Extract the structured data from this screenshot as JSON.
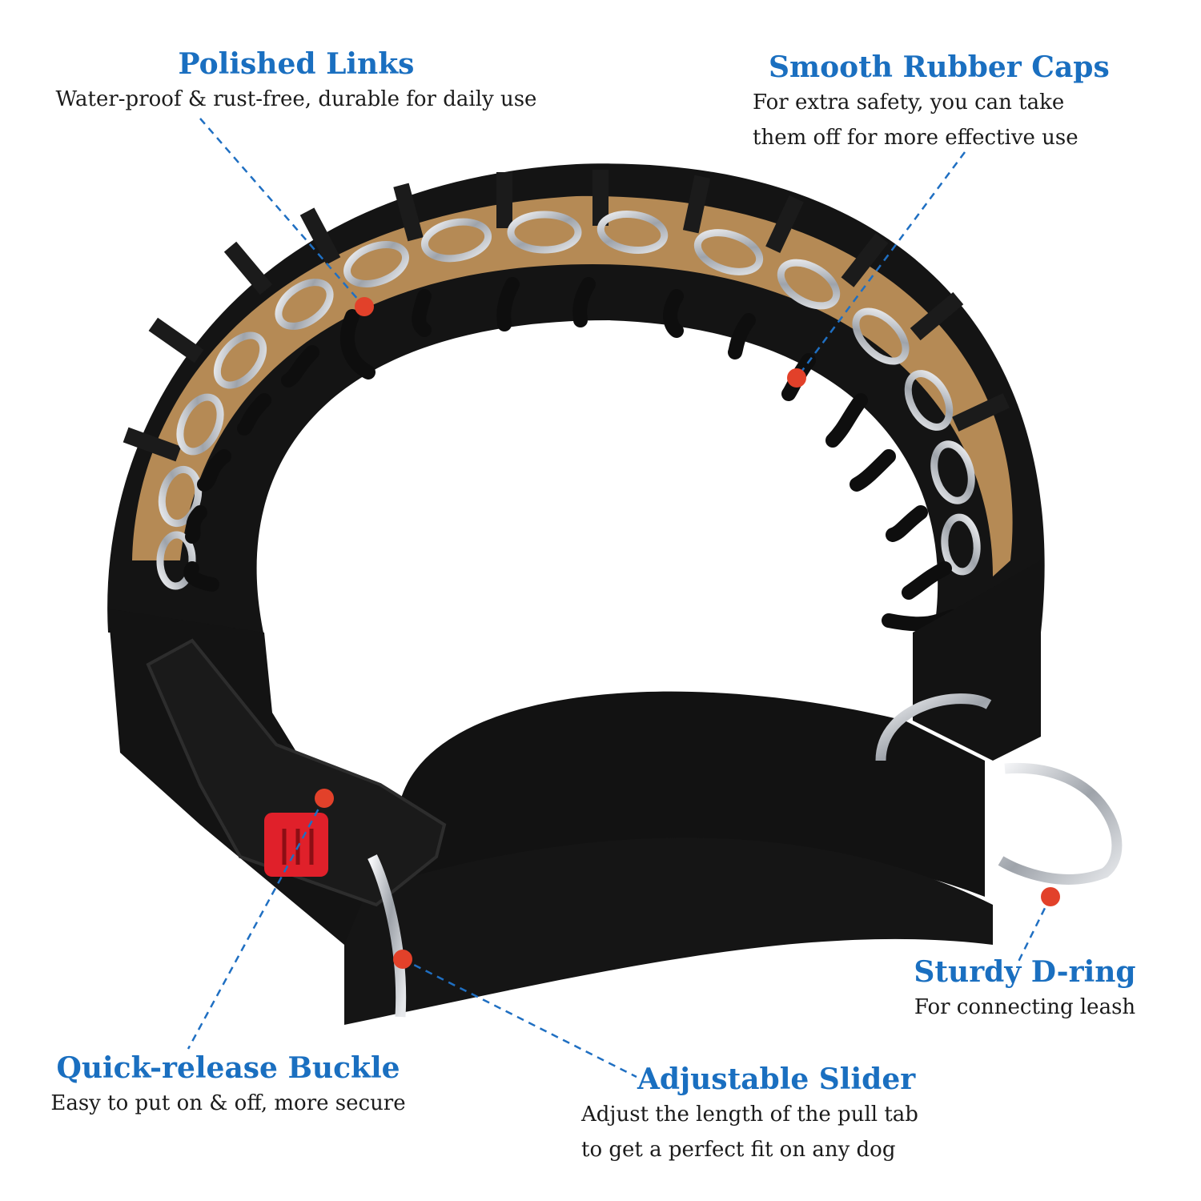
{
  "features": {
    "polished_links": {
      "title": "Polished Links",
      "lines": [
        "Water-proof & rust-free, durable for daily use"
      ]
    },
    "rubber_caps": {
      "title": "Smooth Rubber Caps",
      "lines": [
        "For extra safety, you can take",
        "them off for more effective use"
      ]
    },
    "d_ring": {
      "title": "Sturdy D-ring",
      "lines": [
        "For connecting leash"
      ]
    },
    "buckle": {
      "title": "Quick-release Buckle",
      "lines": [
        "Easy to put on & off, more secure"
      ]
    },
    "slider": {
      "title": "Adjustable Slider",
      "lines": [
        "Adjust the length of the pull tab",
        "to get a perfect fit on any dog"
      ]
    }
  },
  "colors": {
    "title_blue": "#1a6fc0",
    "callout_dot": "#e2412a",
    "leader_line": "#1f6fc2",
    "collar_black": "#121212",
    "padding_tan": "#b58a55",
    "chrome": "#c9ccd1",
    "release_button_red": "#e0202a"
  }
}
